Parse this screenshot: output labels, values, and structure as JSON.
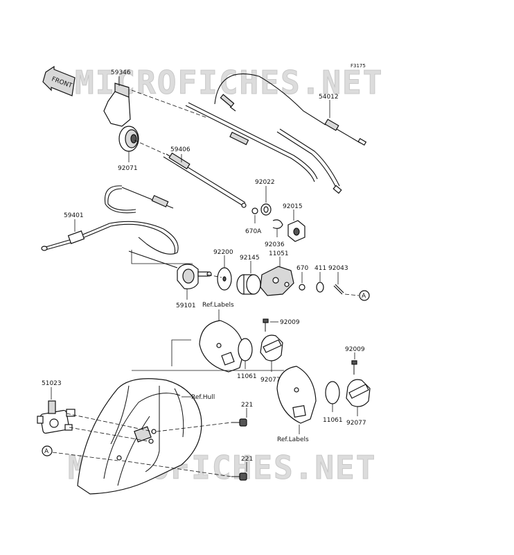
{
  "figure_code": "F3175",
  "front_label": "FRONT",
  "watermark": "MICROFICHES.NET",
  "parts": {
    "p59346": "59346",
    "p54012": "54012",
    "p92071": "92071",
    "p59406": "59406",
    "p92022": "92022",
    "p92015": "92015",
    "p59401": "59401",
    "p670A": "670A",
    "p92036": "92036",
    "p92200": "92200",
    "p92145": "92145",
    "p11051": "11051",
    "p670": "670",
    "p411": "411",
    "p92043": "92043",
    "p59101": "59101",
    "p92009a": "92009",
    "p92009b": "92009",
    "p11061a": "11061",
    "p92077a": "92077",
    "p51023": "51023",
    "p221a": "221",
    "p221b": "221",
    "p11061b": "11061",
    "p92077b": "92077"
  },
  "refs": {
    "labels_top": "Ref.Labels",
    "labels_bottom": "Ref.Labels",
    "hull": "Ref.Hull"
  },
  "markers": {
    "a_right": "A",
    "a_left": "A"
  }
}
